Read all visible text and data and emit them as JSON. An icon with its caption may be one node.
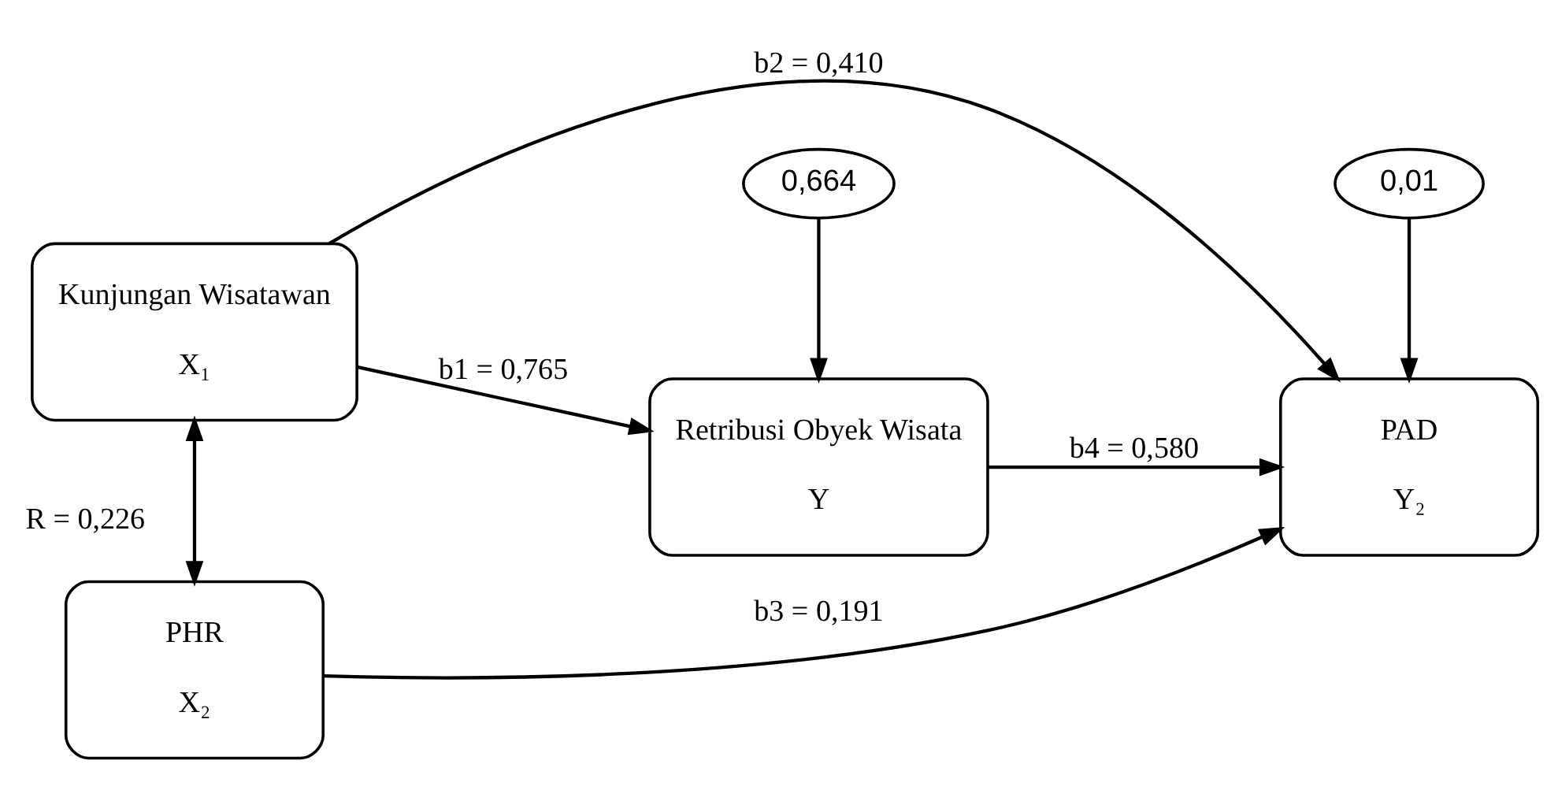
{
  "diagram": {
    "nodes": [
      {
        "text": [
          "Kunjungan Wisatawan",
          "X₁"
        ]
      },
      {
        "text": [
          "PHR",
          "X₂"
        ]
      },
      {
        "text": [
          "Retribusi Obyek Wisata",
          "Y"
        ]
      },
      {
        "text": [
          "PAD",
          "Y₂"
        ]
      },
      {
        "text": [
          "0,664"
        ]
      },
      {
        "text": [
          "0,01"
        ]
      }
    ],
    "edges": [
      {
        "from": 0,
        "to": 3,
        "arrow": "to",
        "label": "b2 = 0,410"
      },
      {
        "from": 0,
        "to": 2,
        "arrow": "to",
        "label": "b1 = 0,765"
      },
      {
        "from": 0,
        "to": 1,
        "arrow": "both",
        "label": "R = 0,226"
      },
      {
        "from": 2,
        "to": 3,
        "arrow": "to",
        "label": "b4 = 0,580"
      },
      {
        "from": 1,
        "to": 3,
        "arrow": "to",
        "label": "b3 = 0,191"
      },
      {
        "from": 4,
        "to": 2,
        "arrow": "to"
      },
      {
        "from": 5,
        "to": 3,
        "arrow": "to"
      }
    ]
  }
}
